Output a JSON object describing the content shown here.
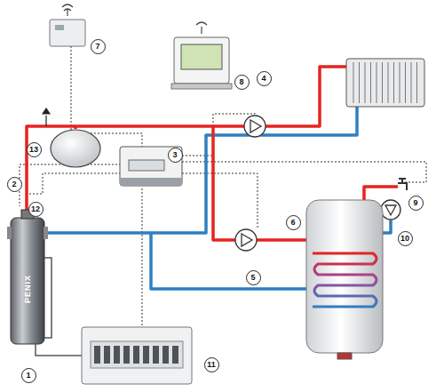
{
  "diagram": {
    "labels": [
      "7",
      "8",
      "4",
      "13",
      "3",
      "2",
      "12",
      "6",
      "9",
      "10",
      "5",
      "PENIX",
      "1",
      "11"
    ]
  }
}
